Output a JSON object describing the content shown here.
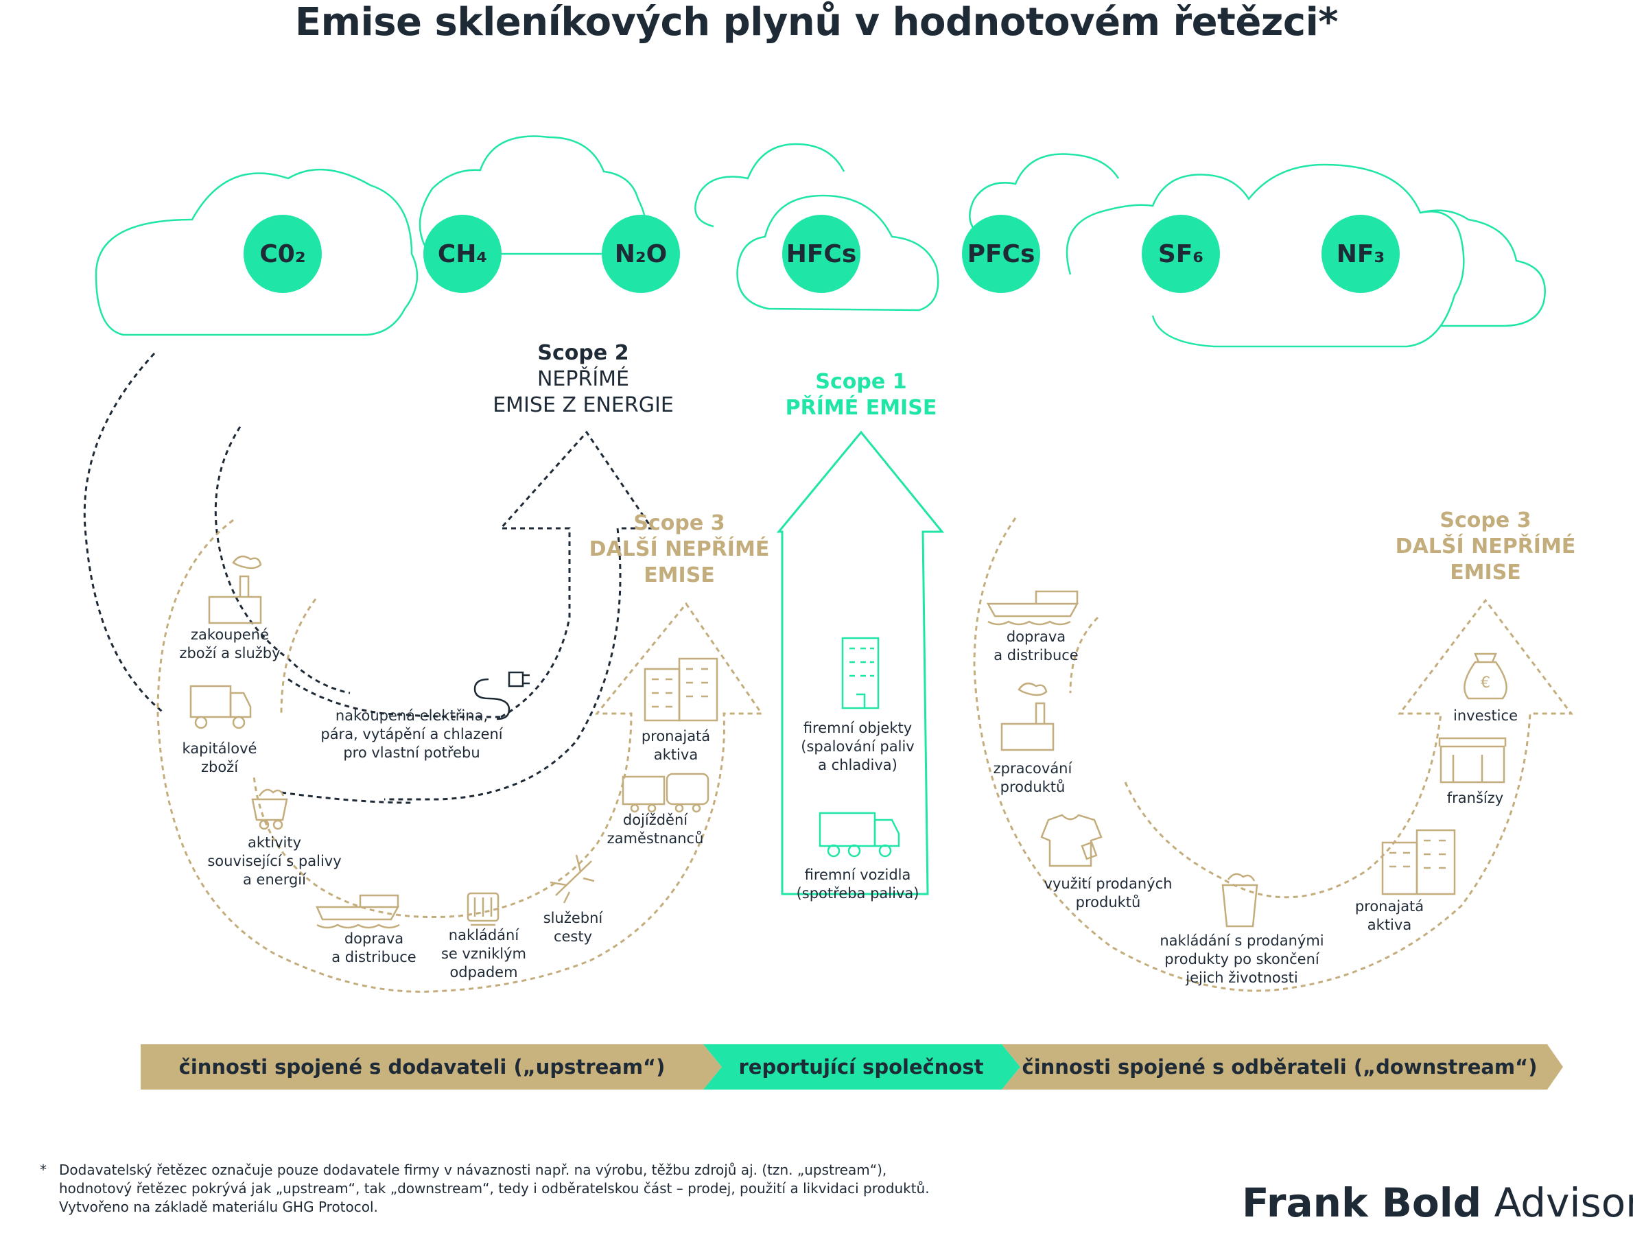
{
  "title": "Emise skleníkových plynů v hodnotovém řetězci*",
  "gases": [
    {
      "label": "C0₂"
    },
    {
      "label": "CH₄"
    },
    {
      "label": "N₂O"
    },
    {
      "label": "HFCs"
    },
    {
      "label": "PFCs"
    },
    {
      "label": "SF₆"
    },
    {
      "label": "NF₃"
    }
  ],
  "scope2": {
    "title": "Scope 2",
    "line1": "NEPŘÍMÉ",
    "line2": "EMISE Z ENERGIE"
  },
  "scope1": {
    "title": "Scope 1",
    "line1": "PŘÍMÉ EMISE"
  },
  "scope3_left": {
    "title": "Scope 3",
    "line1": "DALŠÍ NEPŘÍMÉ",
    "line2": "EMISE"
  },
  "scope3_right": {
    "title": "Scope 3",
    "line1": "DALŠÍ NEPŘÍMÉ",
    "line2": "EMISE"
  },
  "upstream_items": {
    "purchased_goods": [
      "zakoupené",
      "zboží a služby"
    ],
    "capital_goods": [
      "kapitálové",
      "zboží"
    ],
    "fuel_activities": [
      "aktivity",
      "související s palivy",
      "a energií"
    ],
    "transport": [
      "doprava",
      "a distribuce"
    ],
    "waste": [
      "nakládání",
      "se vzniklým",
      "odpadem"
    ],
    "business_travel": [
      "služební",
      "cesty"
    ],
    "commuting": [
      "dojíždění",
      "zaměstnanců"
    ],
    "leased_assets": [
      "pronajatá",
      "aktiva"
    ],
    "purchased_energy": [
      "nakoupená elektřina,",
      "pára, vytápění a chlazení",
      "pro vlastní potřebu"
    ]
  },
  "scope1_items": {
    "facilities": [
      "firemní objekty",
      "(spalování paliv",
      "a chladiva)"
    ],
    "vehicles": [
      "firemní vozidla",
      "(spotřeba paliva)"
    ]
  },
  "downstream_items": {
    "transport": [
      "doprava",
      "a distribuce"
    ],
    "processing": [
      "zpracování",
      "produktů"
    ],
    "use": [
      "využití prodaných",
      "produktů"
    ],
    "end_of_life": [
      "nakládání s prodanými",
      "produkty po skončení",
      "jejich životnosti"
    ],
    "leased_assets": [
      "pronajatá",
      "aktiva"
    ],
    "franchises": [
      "franšízy"
    ],
    "investments": [
      "investice"
    ]
  },
  "bands": {
    "upstream": "činnosti spojené s dodavateli („upstream“)",
    "reporting": "reportující společnost",
    "downstream": "činnosti spojené s odběrateli („downstream“)"
  },
  "footnote": {
    "star": "*",
    "lines": [
      "Dodavatelský řetězec označuje pouze dodavatele firmy v návaznosti např. na výrobu, těžbu zdrojů aj. (tzn. „upstream“),",
      "hodnotový řetězec pokrývá jak „upstream“, tak „downstream“, tedy i odběratelskou část – prodej, použití a likvidaci produktů.",
      "Vytvořeno na základě materiálu GHG Protocol."
    ]
  },
  "logo": {
    "bold": "Frank Bold",
    "light": "Advisory"
  },
  "colors": {
    "mint": "#1fe5a7",
    "gold": "#c4ad7c",
    "dark": "#1f2a37",
    "band_gold": "#c8b27e"
  }
}
